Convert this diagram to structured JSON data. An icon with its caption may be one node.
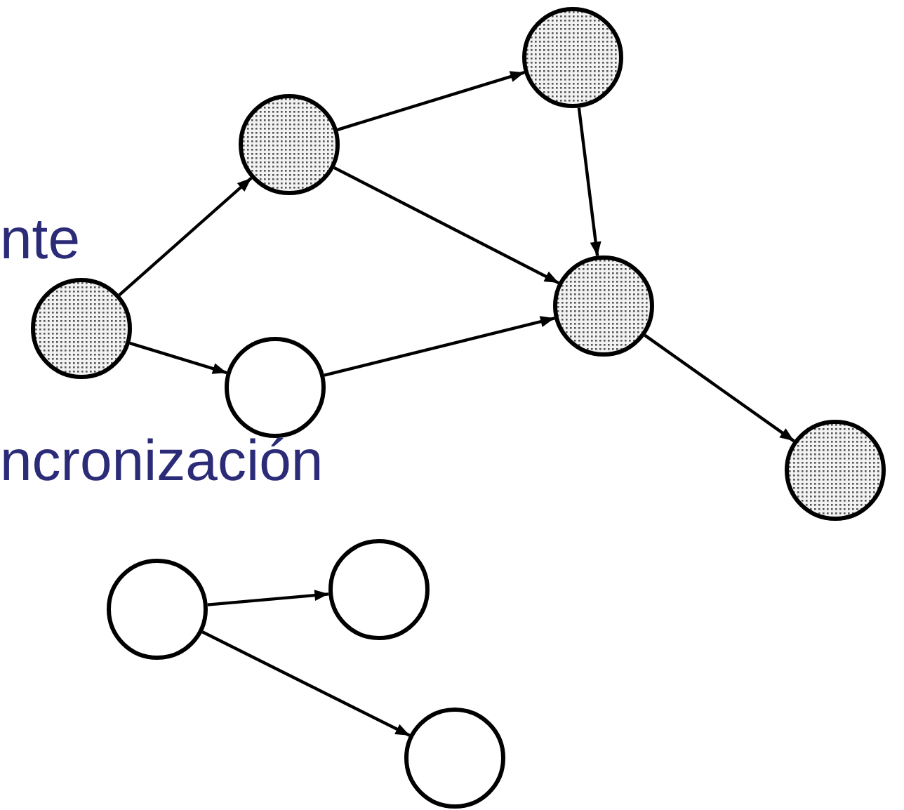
{
  "diagram": {
    "nodes": [
      {
        "text": [],
        "shape": "circle"
      },
      {
        "text": [],
        "shape": "circle"
      },
      {
        "text": [],
        "shape": "circle"
      },
      {
        "text": [],
        "shape": "circle"
      },
      {
        "text": [],
        "shape": "circle"
      },
      {
        "text": [],
        "shape": "circle"
      },
      {
        "text": [],
        "shape": "circle"
      },
      {
        "text": [],
        "shape": "circle"
      },
      {
        "text": [],
        "shape": "circle"
      }
    ],
    "edges": [
      {
        "from": 3,
        "to": 1,
        "arrow": "to"
      },
      {
        "from": 3,
        "to": 4,
        "arrow": "to"
      },
      {
        "from": 1,
        "to": 0,
        "arrow": "to"
      },
      {
        "from": 1,
        "to": 2,
        "arrow": "to"
      },
      {
        "from": 0,
        "to": 2,
        "arrow": "to"
      },
      {
        "from": 4,
        "to": 2,
        "arrow": "to"
      },
      {
        "from": 2,
        "to": 5,
        "arrow": "to"
      },
      {
        "from": 7,
        "to": 6,
        "arrow": "to"
      },
      {
        "from": 7,
        "to": 8,
        "arrow": "to"
      }
    ],
    "labels": [
      "nte",
      "ncronización"
    ]
  }
}
